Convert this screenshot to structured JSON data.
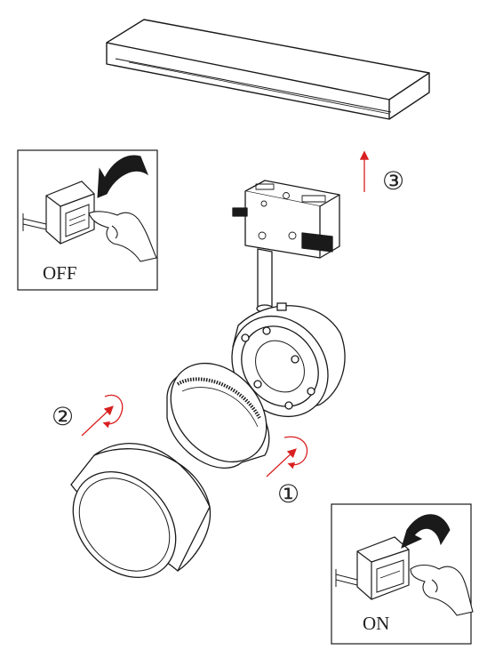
{
  "inset_off": {
    "label": "OFF",
    "icons": [
      "switch-box-icon",
      "finger-pointing-icon",
      "curved-arrow-icon"
    ]
  },
  "inset_on": {
    "label": "ON",
    "icons": [
      "switch-box-icon",
      "finger-pointing-icon",
      "curved-arrow-icon"
    ]
  },
  "steps": [
    {
      "id": "step-1",
      "label": "①"
    },
    {
      "id": "step-2",
      "label": "②"
    },
    {
      "id": "step-3",
      "label": "③"
    }
  ],
  "colors": {
    "line": "#1a1a1a",
    "arrow": "#d92020",
    "background": "#ffffff"
  }
}
